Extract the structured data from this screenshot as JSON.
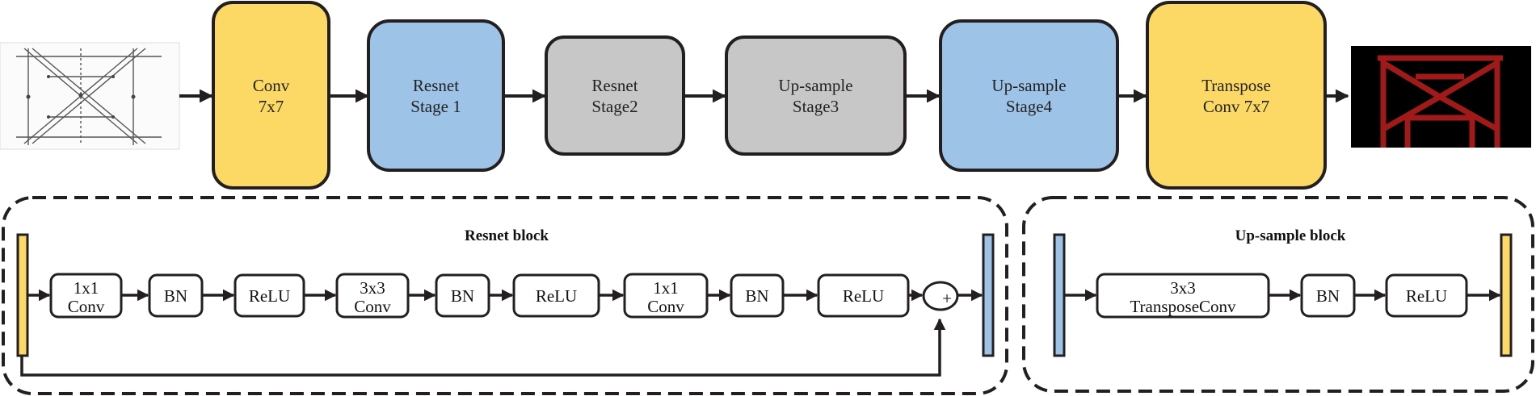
{
  "colors": {
    "yellow": "#fcd964",
    "blue": "#9dc3e6",
    "gray": "#c7c7c7",
    "stroke": "#231f20",
    "output_bg": "#000000",
    "tower_red": "#a01a1a"
  },
  "pipeline": {
    "conv7": [
      "Conv",
      "7x7"
    ],
    "stage1": [
      "Resnet",
      "Stage 1"
    ],
    "stage2": [
      "Resnet",
      "Stage2"
    ],
    "stage3": [
      "Up-sample",
      "Stage3"
    ],
    "stage4": [
      "Up-sample",
      "Stage4"
    ],
    "tconv7": [
      "Transpose",
      "Conv 7x7"
    ]
  },
  "resnet_block": {
    "title": "Resnet block",
    "conv1": [
      "1x1",
      "Conv"
    ],
    "bn1": "BN",
    "relu1": "ReLU",
    "conv3": [
      "3x3",
      "Conv"
    ],
    "bn2": "BN",
    "relu2": "ReLU",
    "conv1b": [
      "1x1",
      "Conv"
    ],
    "bn3": "BN",
    "relu3": "ReLU",
    "plus": "+"
  },
  "upsample_block": {
    "title": "Up-sample block",
    "tconv": [
      "3x3",
      "TransposeConv"
    ],
    "bn": "BN",
    "relu": "ReLU"
  }
}
